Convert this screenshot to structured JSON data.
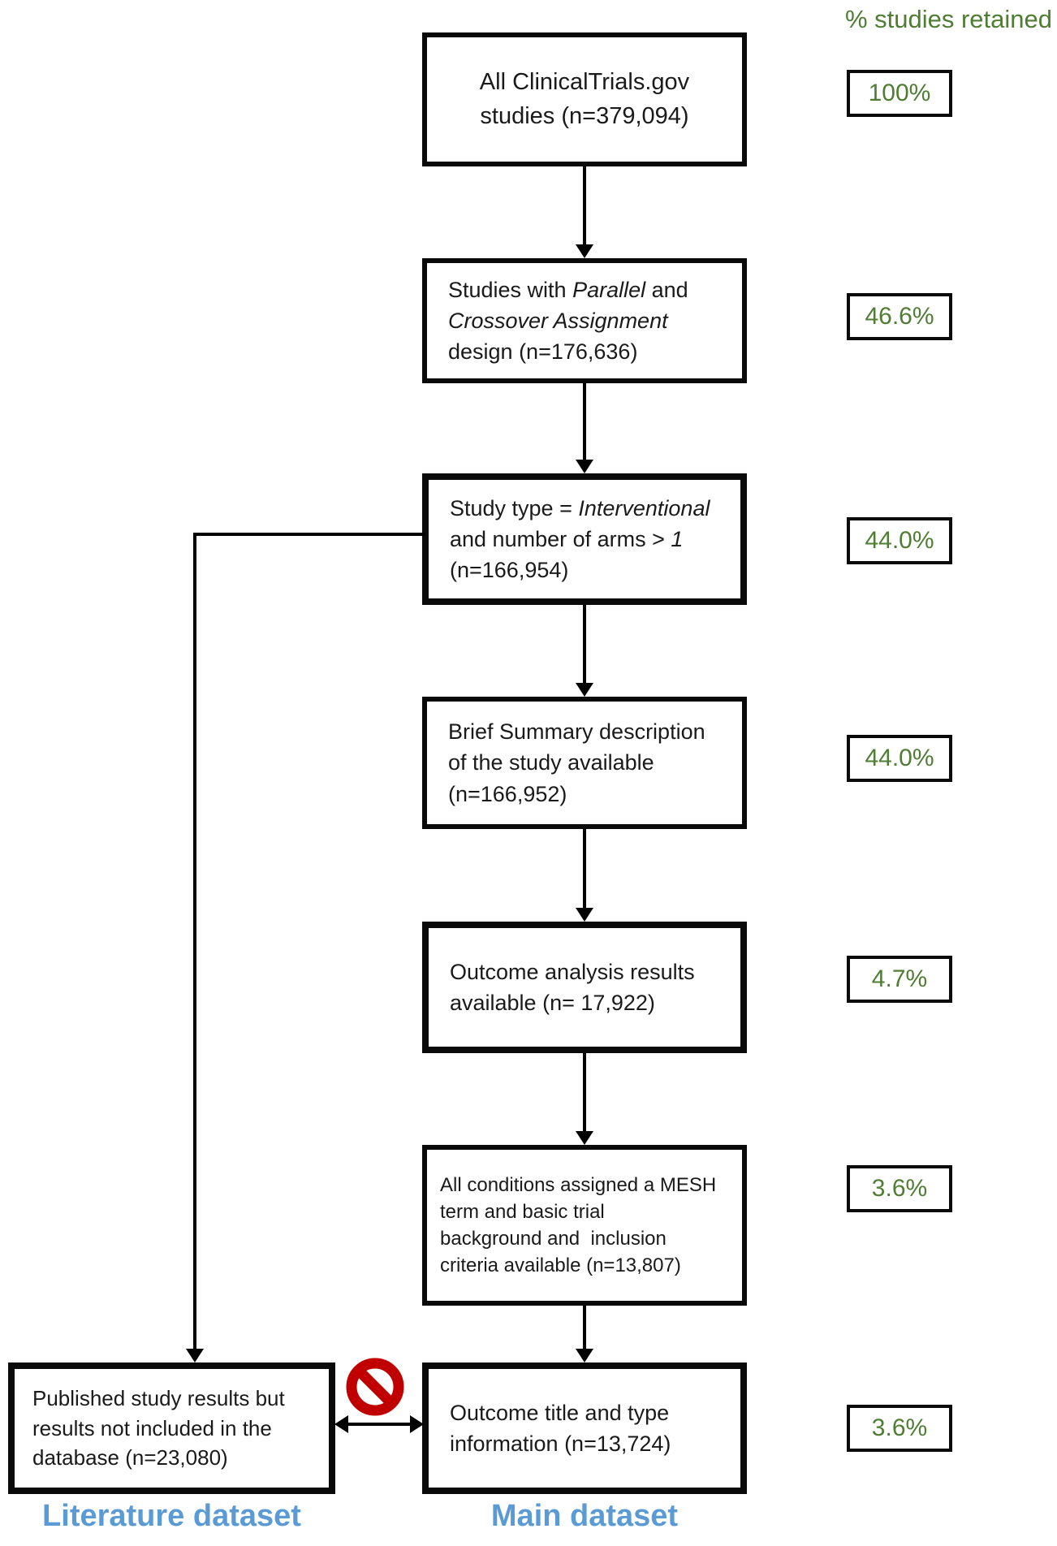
{
  "header": {
    "retained_label": "% studies retained"
  },
  "colors": {
    "accent_green": "#4e7d33",
    "accent_blue": "#5b9bd5",
    "prohibition_red": "#c00000",
    "box_border": "#0a0a0a"
  },
  "steps": [
    {
      "pct": "100%",
      "text": [
        {
          "t": "All ClinicalTrials.gov\nstudies (n=379,094)"
        }
      ]
    },
    {
      "pct": "46.6%",
      "text": [
        {
          "t": "Studies with "
        },
        {
          "t": "Parallel",
          "i": true
        },
        {
          "t": " and\n"
        },
        {
          "t": "Crossover Assignment",
          "i": true
        },
        {
          "t": "\ndesign (n=176,636)"
        }
      ]
    },
    {
      "pct": "44.0%",
      "text": [
        {
          "t": "Study type = "
        },
        {
          "t": "Interventional",
          "i": true
        },
        {
          "t": "\nand number of arms > "
        },
        {
          "t": "1",
          "i": true
        },
        {
          "t": "\n(n=166,954)"
        }
      ]
    },
    {
      "pct": "44.0%",
      "text": [
        {
          "t": "Brief Summary description\nof the study available\n(n=166,952)"
        }
      ]
    },
    {
      "pct": "4.7%",
      "text": [
        {
          "t": "Outcome analysis results\navailable (n= 17,922)"
        }
      ]
    },
    {
      "pct": "3.6%",
      "text": [
        {
          "t": "All conditions assigned a MESH\nterm and basic trial\nbackground and  inclusion\ncriteria available (n=13,807)"
        }
      ]
    },
    {
      "pct": "3.6%",
      "text": [
        {
          "t": "Outcome title and type\ninformation (n=13,724)"
        }
      ]
    }
  ],
  "literature_box": {
    "text": [
      {
        "t": "Published study results but\nresults not included in the\ndatabase (n=23,080)"
      }
    ]
  },
  "labels": {
    "literature": "Literature dataset",
    "main": "Main dataset"
  },
  "icons": {
    "prohibition": "no-entry-icon"
  }
}
